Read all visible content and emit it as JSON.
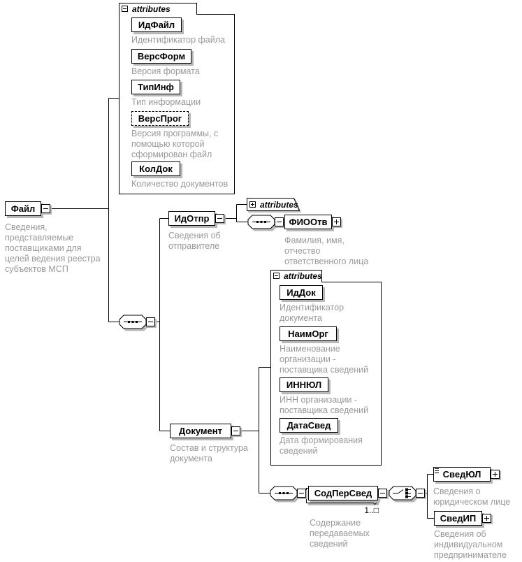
{
  "attributes_label": "attributes",
  "root": {
    "name": "Файл",
    "desc": "Сведения,\nпредставляемые\nпоставщиками для\nцелей ведения реестра\nсубъектов МСП"
  },
  "file_attrs": {
    "items": [
      {
        "name": "ИдФайл",
        "desc": "Идентификатор файла",
        "optional": false
      },
      {
        "name": "ВерсФорм",
        "desc": "Версия формата",
        "optional": false
      },
      {
        "name": "ТипИнф",
        "desc": "Тип информации",
        "optional": false
      },
      {
        "name": "ВерсПрог",
        "desc": "Версия программы, с\nпомощью которой\nсформирован файл",
        "optional": true
      },
      {
        "name": "КолДок",
        "desc": "Количество документов",
        "optional": false
      }
    ]
  },
  "sender": {
    "name": "ИдОтпр",
    "desc": "Сведения об\nотправителе"
  },
  "fio": {
    "name": "ФИООтв",
    "desc": "Фамилия, имя,\nотчество\nответственного лица"
  },
  "document": {
    "name": "Документ",
    "desc": "Состав и структура\nдокумента"
  },
  "doc_attrs": {
    "items": [
      {
        "name": "ИдДок",
        "desc": "Идентификатор\nдокумента"
      },
      {
        "name": "НаимОрг",
        "desc": "Наименование\nорганизации -\nпоставщика сведений"
      },
      {
        "name": "ИННЮЛ",
        "desc": "ИНН организации -\nпоставщика сведений"
      },
      {
        "name": "ДатаСвед",
        "desc": "Дата формирования\nсведений"
      }
    ]
  },
  "content": {
    "name": "СодПерСвед",
    "desc": "Содержание\nпередаваемых\nсведений",
    "occurrence": "1..□"
  },
  "legal": {
    "name": "СведЮЛ",
    "desc": "Сведения о\nюридическом лице"
  },
  "entrepreneur": {
    "name": "СведИП",
    "desc": "Сведения об\nиндивидуальном\nпредпринимателе"
  },
  "colors": {
    "line": "#000000",
    "shadow": "#b8b8b8",
    "desc_text": "#999999",
    "box_bg": "#ffffff"
  }
}
